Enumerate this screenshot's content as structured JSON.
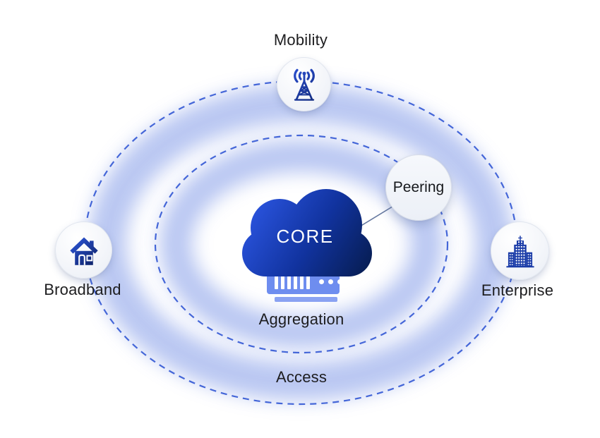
{
  "diagram": {
    "core": {
      "label": "CORE",
      "icon": "cloud-icon"
    },
    "aggregation_device": {
      "icon": "network-switch-icon"
    },
    "rings": {
      "aggregation": {
        "label": "Aggregation"
      },
      "access": {
        "label": "Access"
      }
    },
    "nodes": {
      "mobility": {
        "label": "Mobility",
        "icon": "cell-tower-icon"
      },
      "broadband": {
        "label": "Broadband",
        "icon": "house-icon"
      },
      "enterprise": {
        "label": "Enterprise",
        "icon": "office-building-icon"
      },
      "peering": {
        "label": "Peering"
      }
    },
    "colors": {
      "dash": "#4466d8",
      "glow": "#a9baef",
      "cloud_grad_start": "#2e59e8",
      "cloud_grad_mid": "#11339f",
      "cloud_grad_end": "#071d52",
      "icon_blue": "#1b3ca8",
      "server_body": "#6e8def",
      "server_base": "#8aa2f2",
      "label_text": "#1d1d1f"
    }
  }
}
